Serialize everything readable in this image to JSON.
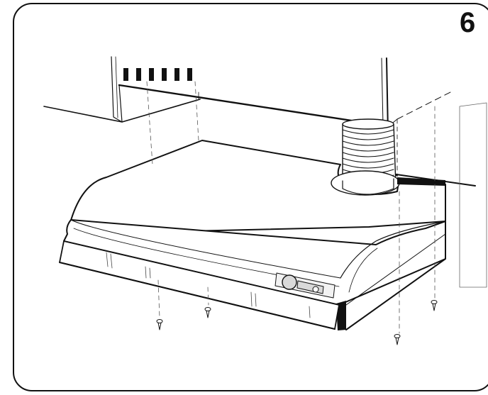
{
  "step": {
    "number": "6"
  },
  "colors": {
    "ink": "#111111",
    "paper": "#ffffff",
    "shade": "#d9d9d9",
    "light": "#f2f2f2"
  },
  "illustration": {
    "subject": "range-hood",
    "parts": [
      "panel-frame",
      "wall-cabinet",
      "cabinet-side",
      "duct",
      "range-hood",
      "screws"
    ]
  }
}
